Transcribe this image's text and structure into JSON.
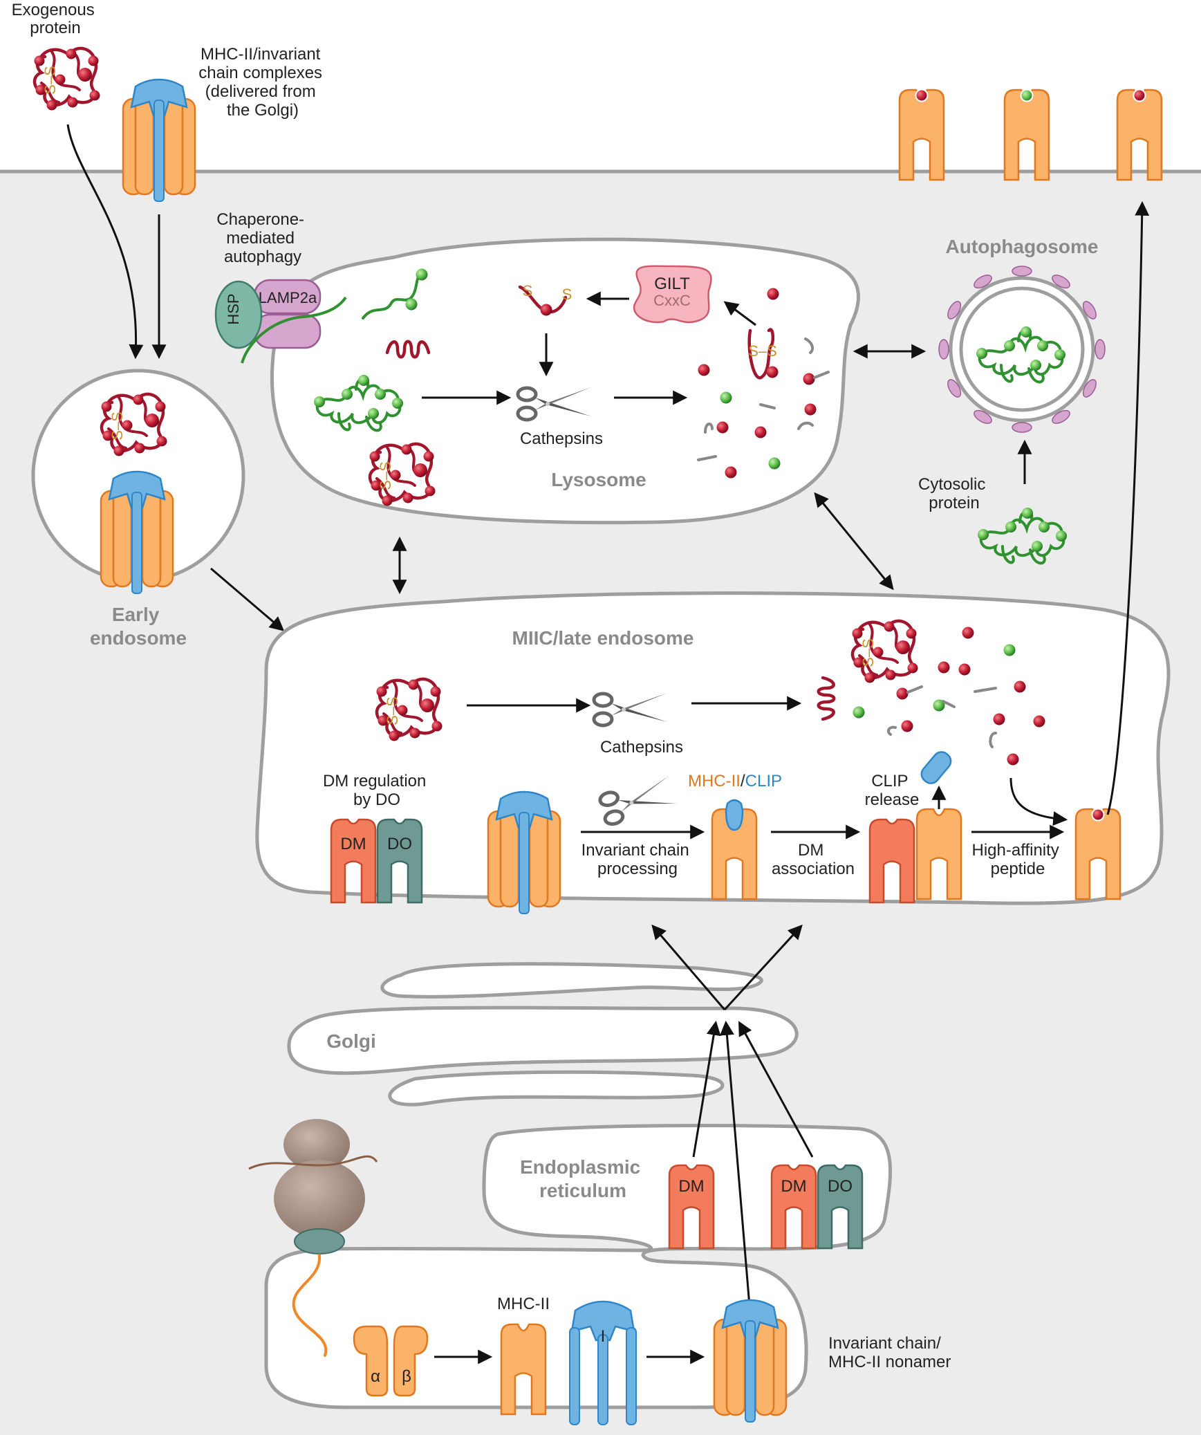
{
  "colors": {
    "cytoplasm": "#ececec",
    "membrane": "#9e9e9e",
    "mhc_fill": "#fbb36a",
    "mhc_stroke": "#e07820",
    "invariant_fill": "#6fb3e2",
    "invariant_stroke": "#2e86c8",
    "dm_fill": "#f37c5c",
    "dm_stroke": "#c84a2c",
    "do_fill": "#6e9a93",
    "do_stroke": "#3f6b65",
    "exogenous": "#a0162c",
    "cytosolic": "#3e9a3a",
    "lamp": "#d7a6cf",
    "gilt": "#f7b5bf",
    "ribosome": "#a58f84"
  },
  "labels": {
    "exogenous_protein": [
      "Exogenous",
      "protein"
    ],
    "mhc_invariant_complexes": [
      "MHC-II/invariant",
      "chain complexes",
      "(delivered from",
      "the Golgi)"
    ],
    "chaperone_autophagy": [
      "Chaperone-",
      "mediated",
      "autophagy"
    ],
    "hsp": "HSP",
    "lamp2a": "LAMP2a",
    "gilt": "GILT",
    "cxxc": "CxxC",
    "cathepsins_lysosome": "Cathepsins",
    "lysosome": "Lysosome",
    "autophagosome": "Autophagosome",
    "cytosolic_protein": [
      "Cytosolic",
      "protein"
    ],
    "early_endosome": [
      "Early",
      "endosome"
    ],
    "miic": "MIIC/late endosome",
    "cathepsins_miic": "Cathepsins",
    "dm_regulation": [
      "DM regulation",
      "by DO"
    ],
    "dm": "DM",
    "do": "DO",
    "mhc_clip_mhc": "MHC-II",
    "mhc_clip_sep": "/",
    "mhc_clip_clip": "CLIP",
    "invariant_processing": [
      "Invariant chain",
      "processing"
    ],
    "dm_association": [
      "DM",
      "association"
    ],
    "clip_release": [
      "CLIP",
      "release"
    ],
    "high_affinity": [
      "High-affinity",
      "peptide"
    ],
    "golgi": "Golgi",
    "er": [
      "Endoplasmic",
      "reticulum"
    ],
    "alpha": "α",
    "beta": "β",
    "mhc_ii": "MHC-II",
    "invariant_i": "I",
    "nonamer": [
      "Invariant chain/",
      "MHC-II nonamer"
    ],
    "disulfide": "S–S",
    "s_letter": "S"
  }
}
